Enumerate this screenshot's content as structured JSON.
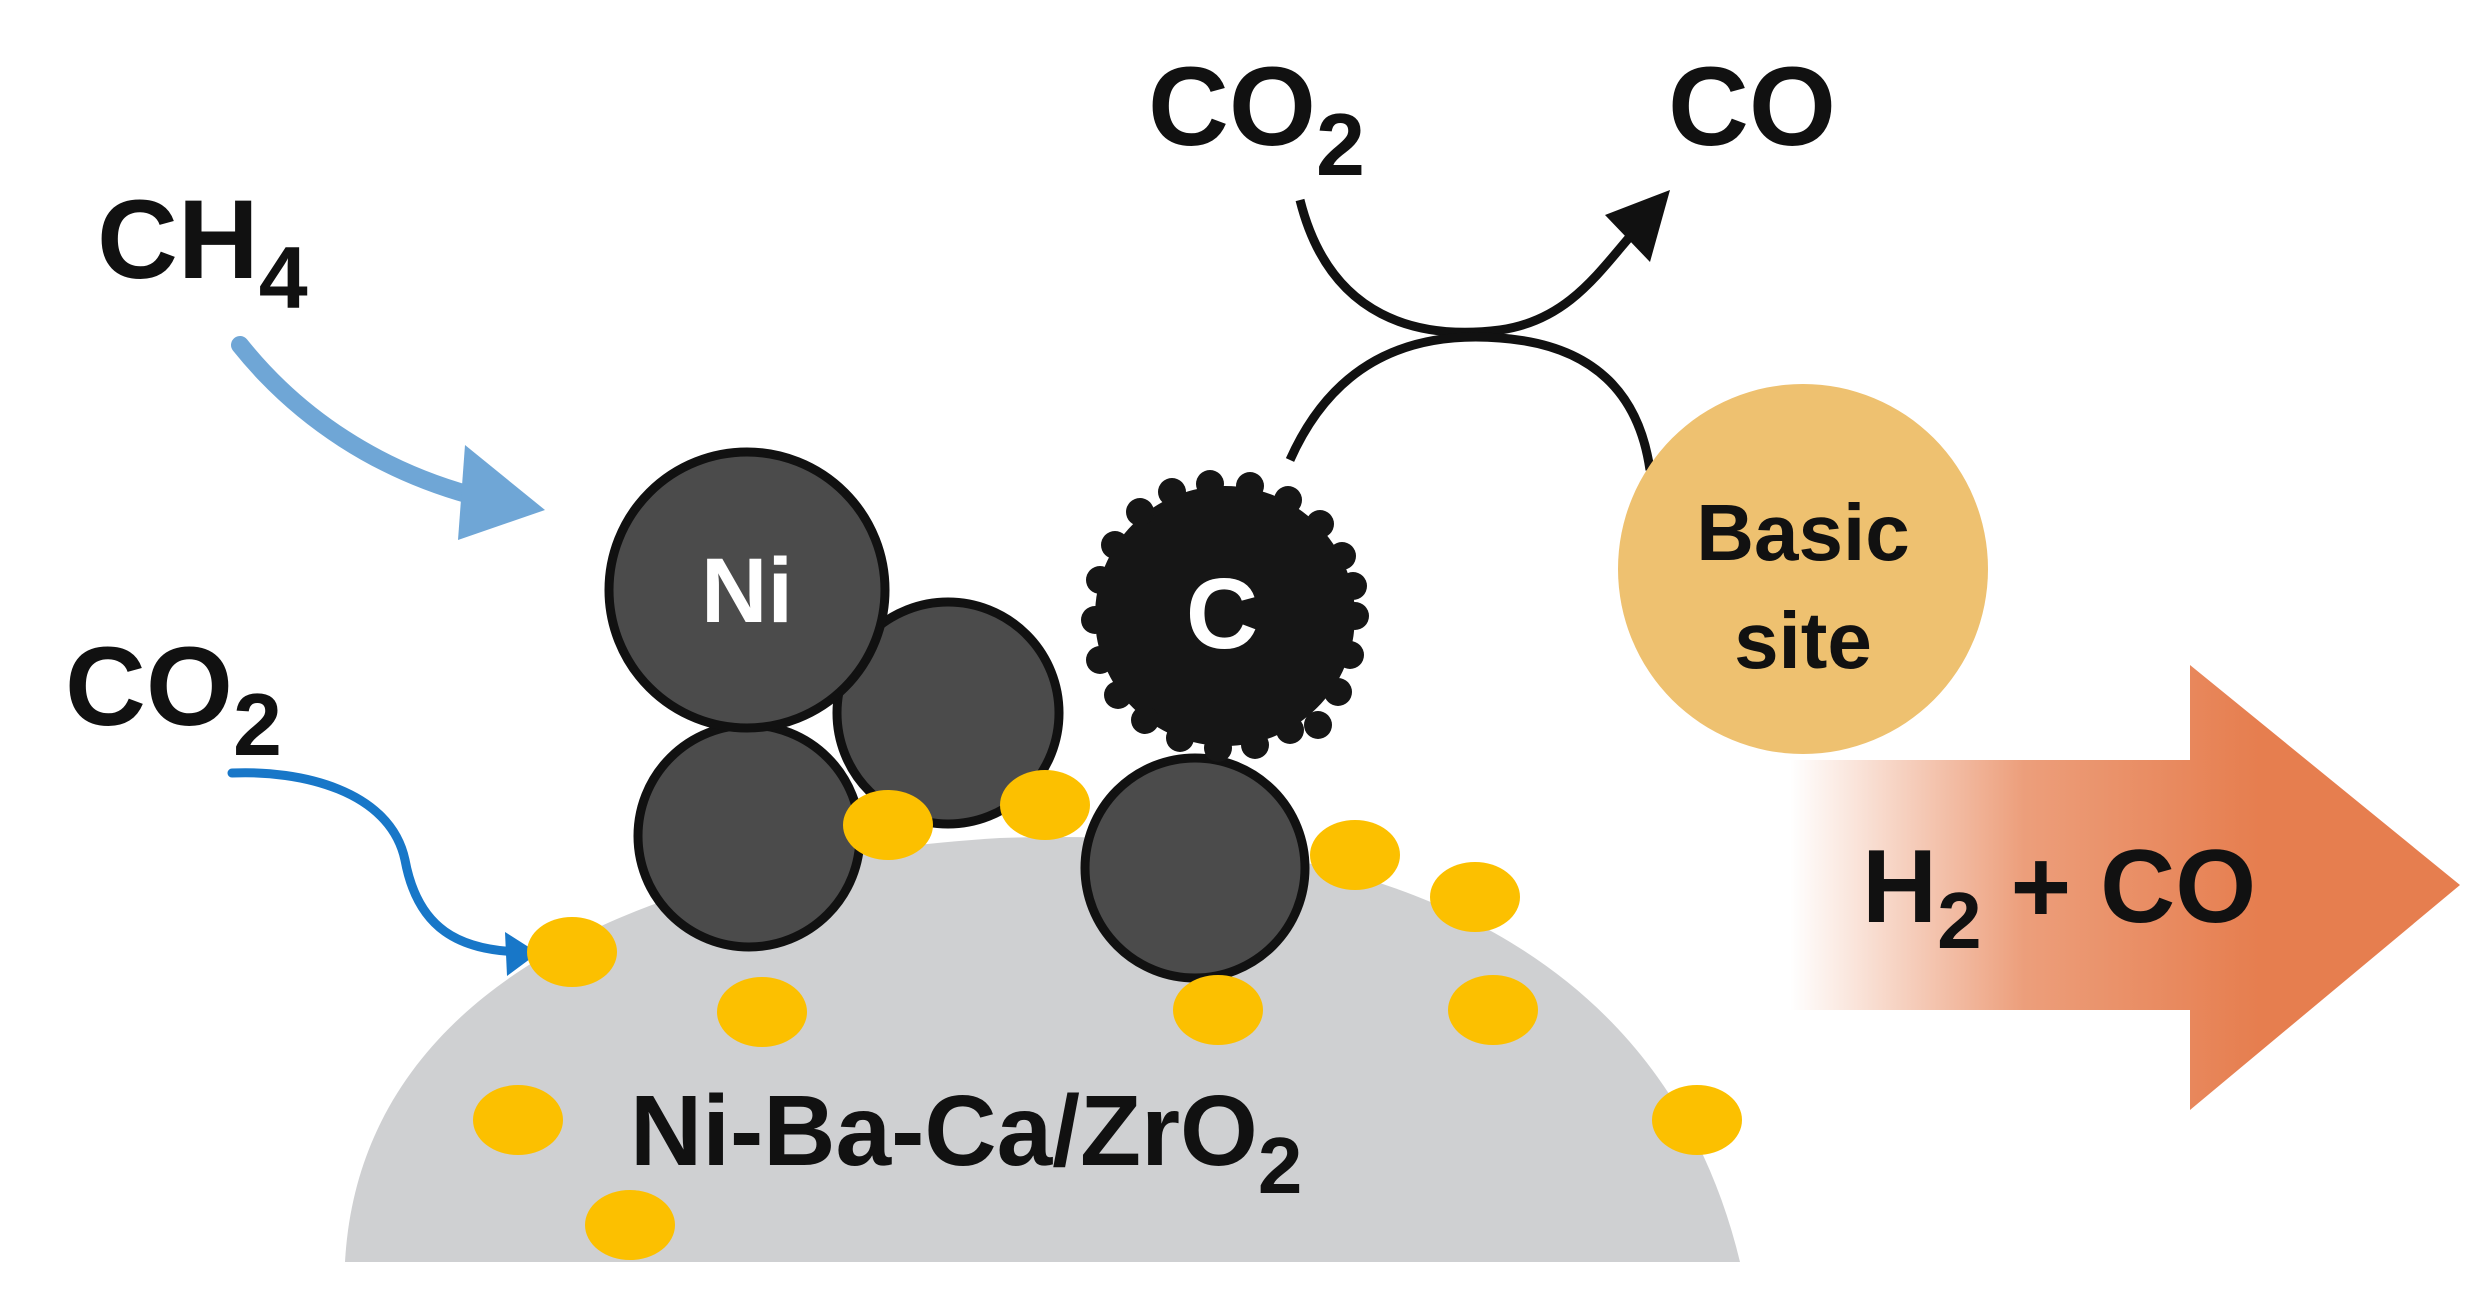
{
  "labels": {
    "ch4_main": "CH",
    "ch4_sub": "4",
    "co2_left_main": "CO",
    "co2_left_sub": "2",
    "co2_top_main": "CO",
    "co2_top_sub": "2",
    "co_top": "CO",
    "ni_particle": "Ni",
    "carbon_particle": "C",
    "basic_site_line1": "Basic",
    "basic_site_line2": "site",
    "support_main": "Ni-Ba-Ca/ZrO",
    "support_sub": "2",
    "product_h": "H",
    "product_sub": "2",
    "product_rest": " + CO"
  },
  "colors": {
    "support": "#cfd0d2",
    "promoter_dots": "#fcc000",
    "ni_particles": "#4b4b4b",
    "carbon": "#161616",
    "basic_site": "#eec170",
    "ch4_arrow": "#6fa6d6",
    "co2_arrow": "#1877c8",
    "product_arrow": "#e67e4f"
  }
}
